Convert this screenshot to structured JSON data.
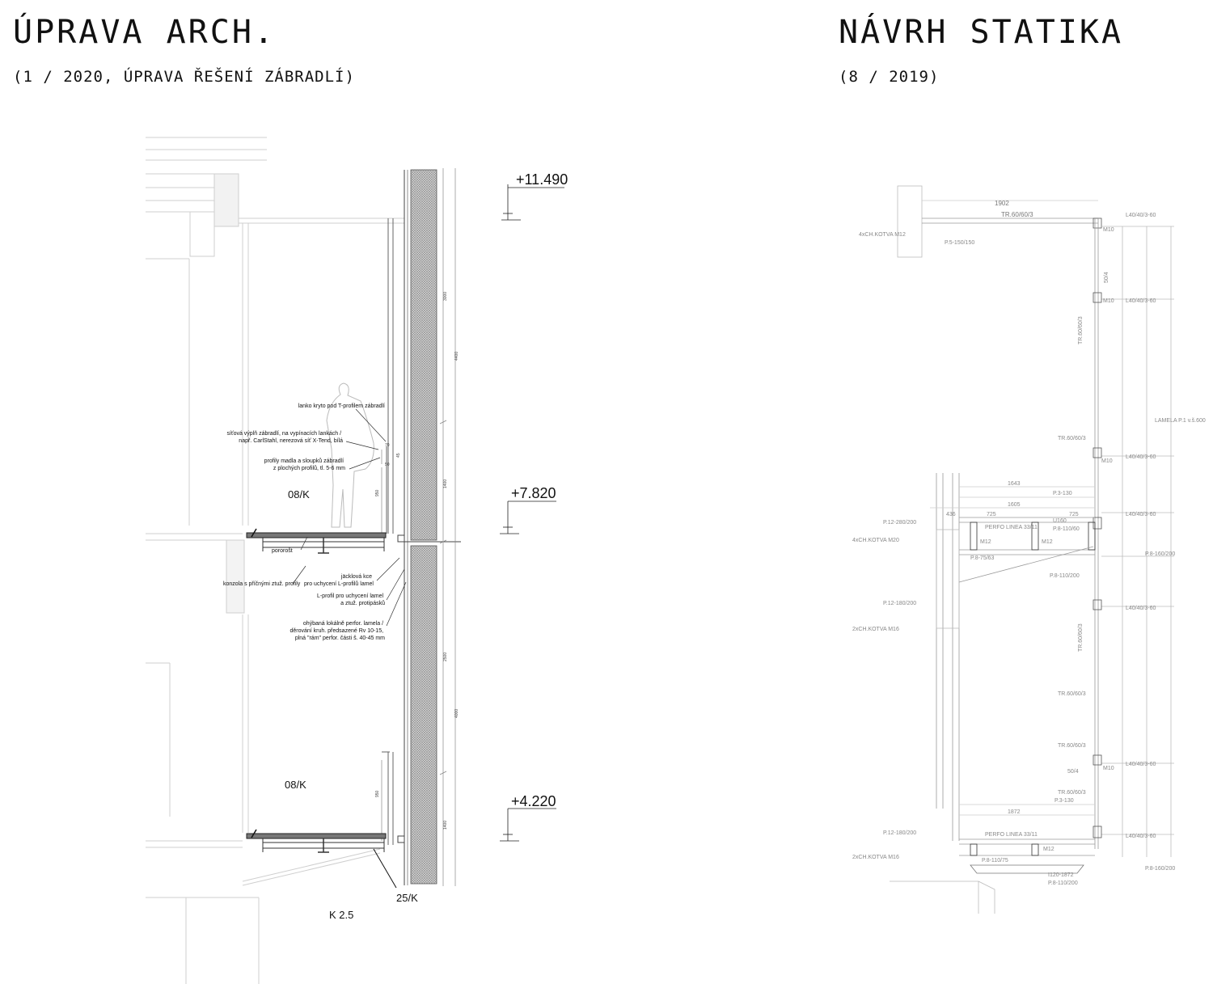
{
  "left": {
    "title": "ÚPRAVA ARCH.",
    "subtitle": "(1 / 2020, ÚPRAVA ŘEŠENÍ ZÁBRADLÍ)",
    "levels": [
      "+11.490",
      "+7.820",
      "+4.220"
    ],
    "tags": {
      "upper_slab": "08/K",
      "lower_slab": "08/K",
      "console": "25/K",
      "section": "K 2.5"
    },
    "notes": {
      "n1": [
        "lanko kryto pod T-profilem zábradlí"
      ],
      "n2": [
        "síťová výplň zábradlí, na vypínacích lankách /",
        "např. CarlStahl, nerezová síť X-Tend, bílá"
      ],
      "n3": [
        "profily madla a sloupků zábradlí",
        "z plochých profilů, tl. 5-6 mm"
      ],
      "n4": [
        "pororošt"
      ],
      "n5": [
        "konzola s příčnými ztuž. profily"
      ],
      "n6": [
        "jäcklová kce",
        "pro uchycení L-profilů lamel"
      ],
      "n7": [
        "L-profil pro uchycení lamel",
        "a ztuž. protipásků"
      ],
      "n8": [
        "ohýbaná lokálně perfor. lamela /",
        "děrování kruh. předsazené Rv 10-15,",
        "plná \"rám\" perfor. části š. 40-45 mm"
      ]
    },
    "dims": [
      "3000",
      "4400",
      "1400",
      "950",
      "70",
      "45",
      "50",
      "2500",
      "4000",
      "950",
      "1400"
    ],
    "section_color": "#00e5ee"
  },
  "right": {
    "title": "NÁVRH STATIKA",
    "subtitle": "(8 / 2019)",
    "labels": {
      "top_tr": "TR.60/60/3",
      "top_dim": "1902",
      "kotva_top": "4xCH.KOTVA M12",
      "plate_top": "P.5-150/150",
      "l1": "L40/40/3-60",
      "m10": "M10",
      "v50": "50/4",
      "tr_vert": "TR.60/60/3",
      "lamela": "LAMELA P.1 v.š.600",
      "tr_mid": "TR.60/60/3",
      "p3_1": "P.3-130",
      "d1643": "1643",
      "d1605": "1605",
      "d725a": "725",
      "d725b": "725",
      "d436": "436",
      "p12a": "P.12-280/200",
      "kotva_m20": "4xCH.KOTVA M20",
      "perfo1": "PERFO LINEA 33/11",
      "u160": "U160",
      "m12": "M12",
      "p8a": "P.8-110/60",
      "p8b": "P.8-75/63",
      "p8c": "P.8-110/200",
      "p8d": "P.8-160/200",
      "p12b": "P.12-180/200",
      "kotva_m16": "2xCH.KOTVA M16",
      "tr_lower_v": "TR.60/60/3",
      "tr_lower": "TR.60/60/3",
      "tr_lower2": "TR.60/60/3",
      "p3_2": "P.3-130",
      "d1872": "1872",
      "perfo2": "PERFO LINEA 33/11",
      "p12c": "P.12-180/200",
      "kotva_m16b": "2xCH.KOTVA M16",
      "i120": "I120-1872",
      "p8e": "P.8-110/200",
      "p8f": "P.8-160/200",
      "p8g": "P.8-110/75"
    }
  }
}
